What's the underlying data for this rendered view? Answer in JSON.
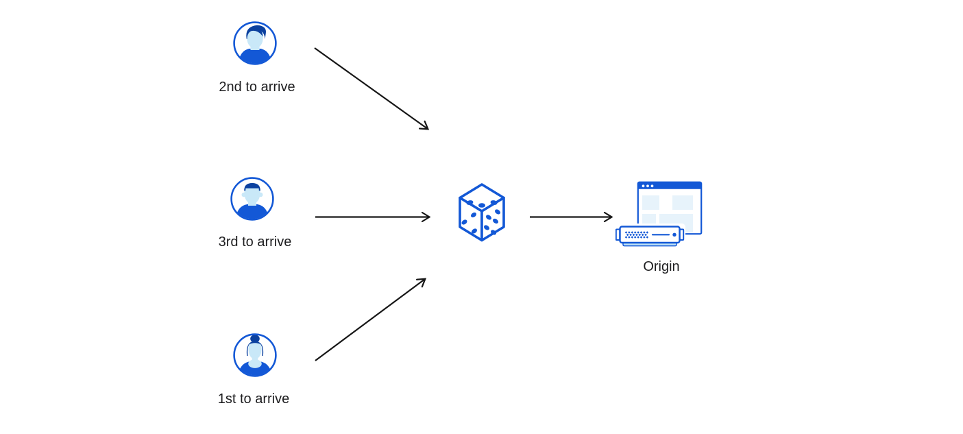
{
  "page": {
    "background": "#ffffff",
    "description_colors": {
      "accent_blue": "#1358d6",
      "dark_hair_blue": "#0c419f",
      "light_skin_blue": "#c9e8f8",
      "panel_light_blue": "#e7f3fb",
      "server_base_blue": "#bfe2f6",
      "arrow_black": "#161616",
      "label_text": "#1d1d1f"
    }
  },
  "nodes": {
    "user_second": {
      "label": "2nd to arrive",
      "icon": "user-avatar-male-swept-hair-icon"
    },
    "user_third": {
      "label": "3rd to arrive",
      "icon": "user-avatar-male-short-hair-icon"
    },
    "user_first": {
      "label": "1st to arrive",
      "icon": "user-avatar-female-bun-icon"
    },
    "randomizer": {
      "icon": "dice-icon"
    },
    "origin": {
      "label": "Origin",
      "icon": "origin-server-browser-icon"
    }
  },
  "arrows": [
    {
      "from": "user_second",
      "to": "randomizer"
    },
    {
      "from": "user_third",
      "to": "randomizer"
    },
    {
      "from": "user_first",
      "to": "randomizer"
    },
    {
      "from": "randomizer",
      "to": "origin"
    }
  ]
}
